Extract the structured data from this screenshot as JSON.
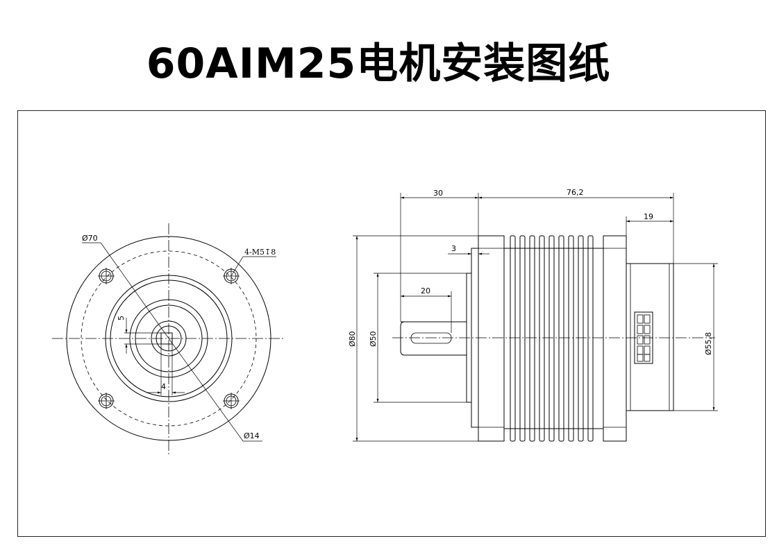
{
  "title": "60AIM25电机安装图纸",
  "front_view": {
    "dim_outer_diameter": "Ø70",
    "dim_shaft_diameter": "Ø14",
    "dim_keyway_height": "5",
    "dim_keyway_width": "4",
    "dim_mount_holes": "4-M5↧8"
  },
  "side_view": {
    "dim_shaft_length": "30",
    "dim_body_length": "76,2",
    "dim_rear_length": "19",
    "dim_flange_thickness": "3",
    "dim_key_length": "20",
    "dim_flange_diameter": "Ø80",
    "dim_pilot_diameter": "Ø50",
    "dim_rear_diameter": "Ø55,8"
  }
}
